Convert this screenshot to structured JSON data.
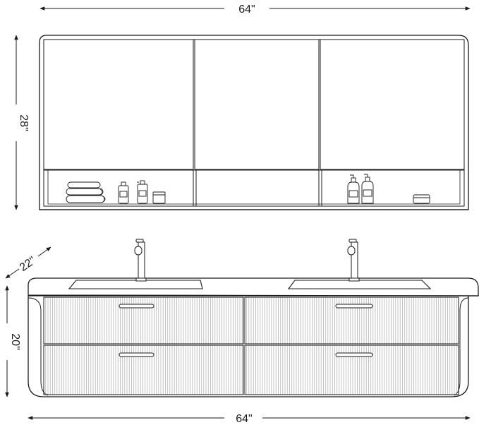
{
  "dimensions": {
    "top_width": "64\"",
    "cabinet_height": "28\"",
    "vanity_depth": "22\"",
    "vanity_height": "20\"",
    "bottom_width": "64\""
  },
  "colors": {
    "line": "#1a1a1a",
    "background": "#ffffff",
    "fill": "#ffffff"
  },
  "components": {
    "mirror_cabinet": {
      "doors": 3,
      "open_shelf_compartments": 3
    },
    "vanity": {
      "drawers": 4,
      "sinks": 2,
      "faucets": 2
    }
  }
}
